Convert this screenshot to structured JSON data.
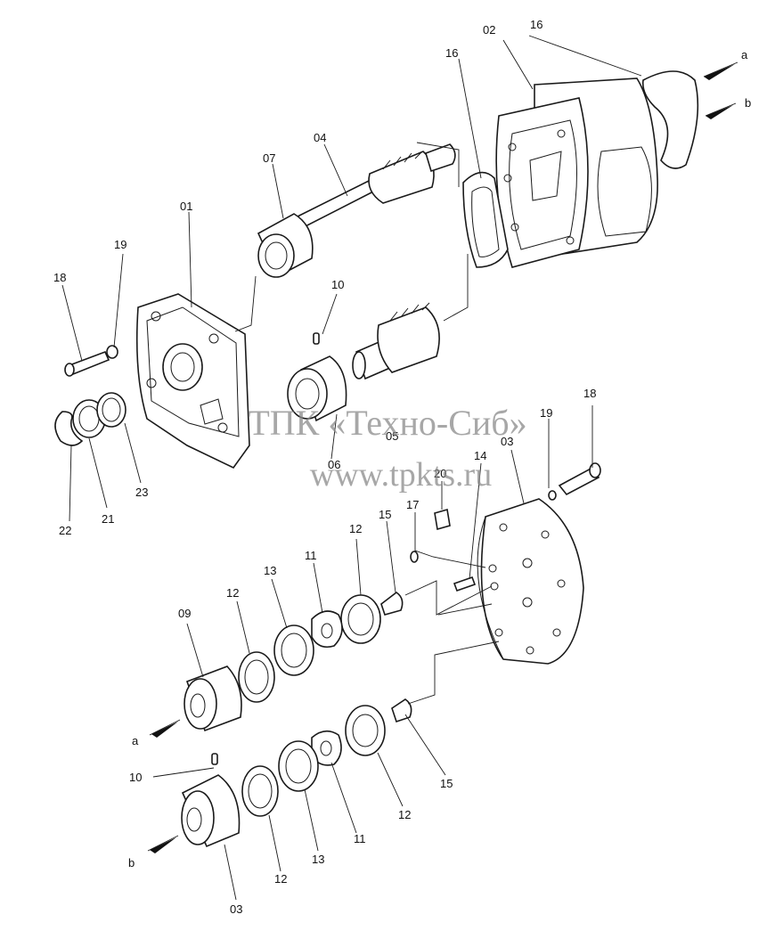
{
  "labels": {
    "l02": "02",
    "l16a": "16",
    "l16b": "16",
    "la": "a",
    "lb": "b",
    "l04": "04",
    "l07": "07",
    "l01": "01",
    "l19": "19",
    "l18a": "18",
    "l10a": "10",
    "l05": "05",
    "l06": "06",
    "l23": "23",
    "l22": "22",
    "l21": "21",
    "l18b": "18",
    "l19b": "19",
    "l03a": "03",
    "l14": "14",
    "l20": "20",
    "l17": "17",
    "l15a": "15",
    "l12a": "12",
    "l11a": "11",
    "l13a": "13",
    "l12b": "12",
    "l09": "09",
    "la2": "a",
    "l10b": "10",
    "l15b": "15",
    "l12c": "12",
    "l11b": "11",
    "l13b": "13",
    "l12d": "12",
    "lb2": "b",
    "l03b": "03"
  },
  "watermark": {
    "line1": "ТПК «Техно-Сиб»",
    "line2": "www.tpkts.ru"
  }
}
